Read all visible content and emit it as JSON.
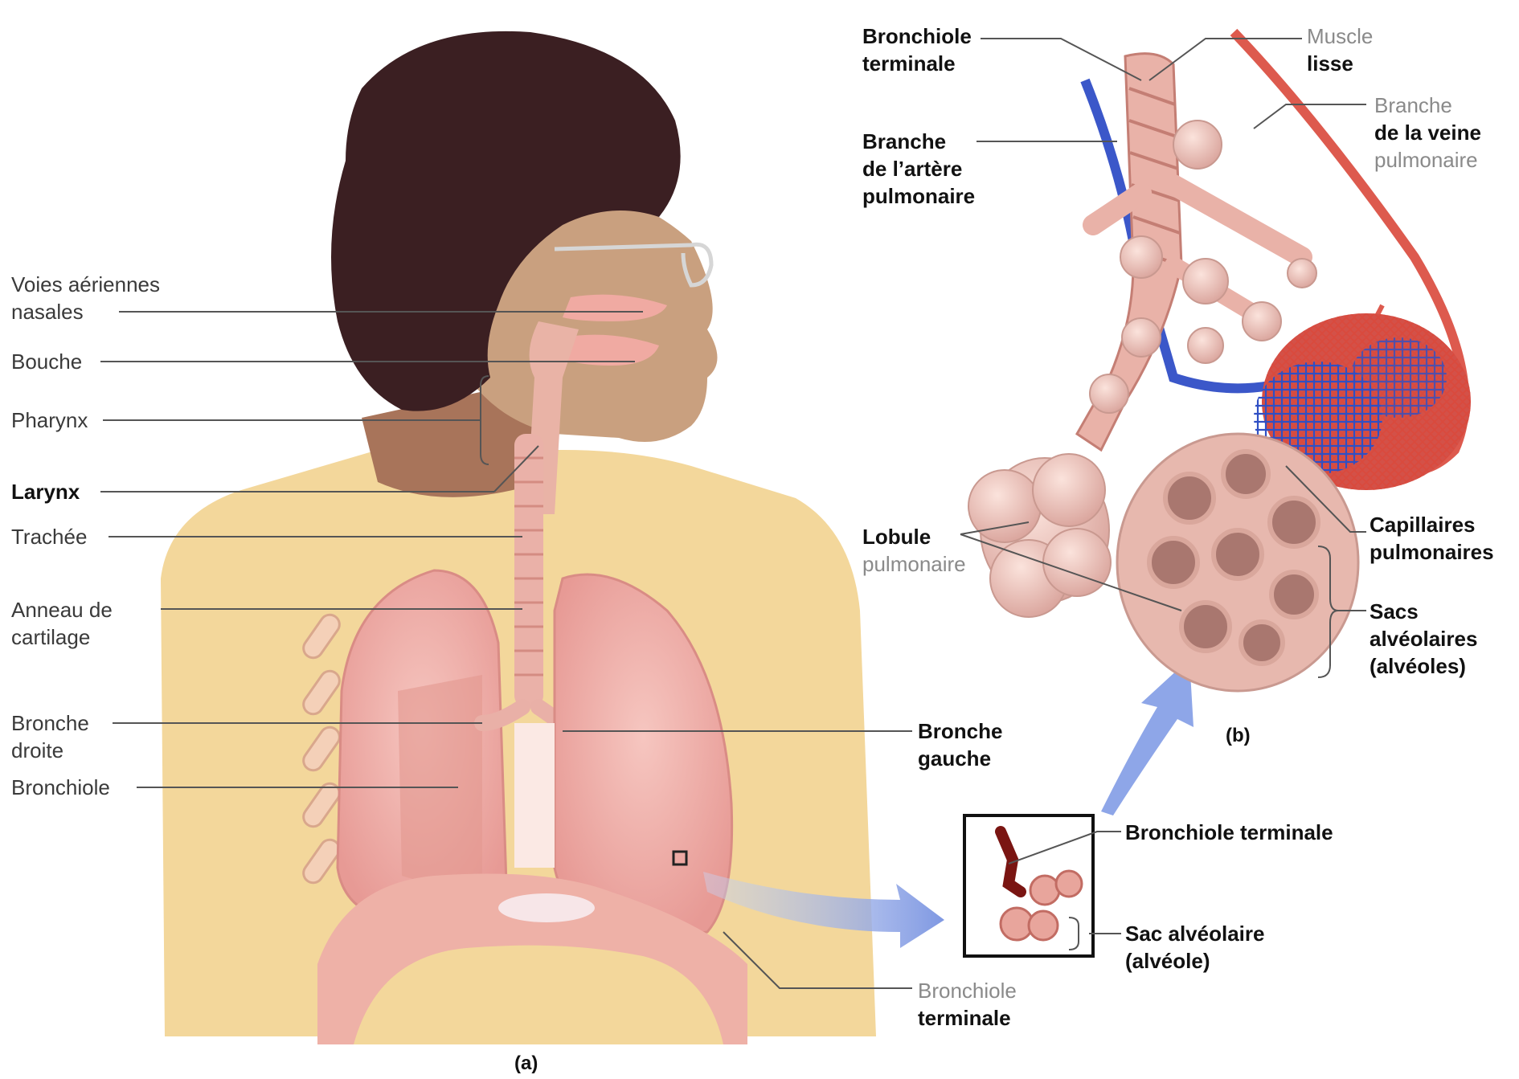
{
  "panel_a": {
    "caption": "(a)",
    "labels": {
      "voies_l1": "Voies aériennes",
      "voies_l2": "nasales",
      "bouche": "Bouche",
      "pharynx": "Pharynx",
      "larynx": "Larynx",
      "trachee": "Trachée",
      "anneau_l1": "Anneau de",
      "anneau_l2": "cartilage",
      "bronche_droite_l1": "Bronche",
      "bronche_droite_l2": "droite",
      "bronchiole": "Bronchiole",
      "bronche_gauche_l1": "Bronche",
      "bronche_gauche_l2": "gauche",
      "bronchiole_term_l1": "Bronchiole",
      "bronchiole_term_l2": "terminale"
    }
  },
  "inset": {
    "bronchiole_terminale": "Bronchiole terminale",
    "sac_l1": "Sac alvéolaire",
    "sac_l2": "(alvéole)"
  },
  "panel_b": {
    "caption": "(b)",
    "labels": {
      "bronchiole_term_l1": "Bronchiole",
      "bronchiole_term_l2": "terminale",
      "muscle_l1": "Muscle",
      "muscle_l2": "lisse",
      "branche_veine_l1": "Branche",
      "branche_veine_l2": "de la veine",
      "branche_veine_l3": "pulmonaire",
      "branche_artere_l1": "Branche",
      "branche_artere_l2": "de l’artère",
      "branche_artere_l3": "pulmonaire",
      "capillaires_l1": "Capillaires",
      "capillaires_l2": "pulmonaires",
      "lobule_l1": "Lobule",
      "lobule_l2": "pulmonaire",
      "sacs_l1": "Sacs",
      "sacs_l2": "alvéolaires",
      "sacs_l3": "(alvéoles)"
    }
  },
  "colors": {
    "skin": "#c9a07f",
    "hair": "#3b1f22",
    "shirt": "#f3d79b",
    "lung": "#f2b3ad",
    "artery_blue": "#3b57c9",
    "vein_red": "#dd5a4e",
    "arrow": "#8ea6e8"
  }
}
